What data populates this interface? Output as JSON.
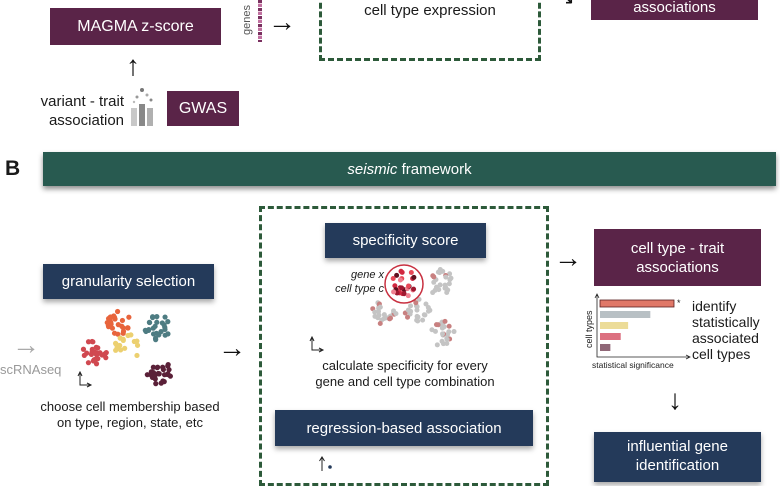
{
  "panel_a": {
    "magma_box": "MAGMA z-score",
    "genes_label": "genes",
    "gwas_box": "GWAS",
    "variant_label_line1": "variant - trait",
    "variant_label_line2": "association",
    "expression_text": "cell type expression",
    "assoc_box": "associations",
    "colors": {
      "plum": "#5a2448",
      "green_dash": "#2d5a3a"
    }
  },
  "panel_b": {
    "panel_letter": "B",
    "banner": {
      "italic": "seismic",
      "rest": " framework"
    },
    "granularity_box": "granularity selection",
    "scrnaseq_label": "scRNAseq",
    "granularity_caption_line1": "choose cell membership based",
    "granularity_caption_line2": "on type, region, state, etc",
    "specificity_box": "specificity score",
    "gene_label": "gene x",
    "celltype_label": "cell type c",
    "specificity_caption_line1": "calculate specificity for every",
    "specificity_caption_line2": "gene and cell type combination",
    "regression_box": "regression-based association",
    "trait_box_line1": "cell type - trait",
    "trait_box_line2": "associations",
    "bar_ylabel": "cell types",
    "bar_xlabel": "statistical significance",
    "bar_star": "*",
    "identify_lines": [
      "identify",
      "statistically",
      "associated",
      "cell types"
    ],
    "influential_box_line1": "influential gene",
    "influential_box_line2": "identification",
    "colors": {
      "teal": "#285a50",
      "navy": "#243a5a",
      "plum": "#5a2448"
    }
  },
  "mini_bar": {
    "values": [
      1.0,
      0.68,
      0.38,
      0.28,
      0.14
    ],
    "colors": [
      "#e07868",
      "#b8c0c4",
      "#ecdc98",
      "#dc7080",
      "#906878"
    ]
  },
  "clusters": [
    {
      "name": "orange",
      "color": "#e8643c"
    },
    {
      "name": "teal",
      "color": "#4e7c82"
    },
    {
      "name": "red",
      "color": "#d04850"
    },
    {
      "name": "yellow",
      "color": "#ecd070"
    },
    {
      "name": "maroon",
      "color": "#5a2038"
    }
  ]
}
